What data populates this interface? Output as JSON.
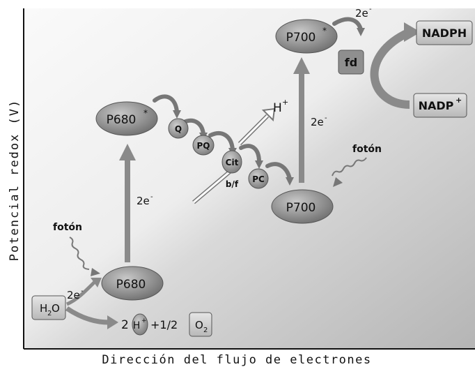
{
  "axes": {
    "y_label": "Potencial redox (V)",
    "x_label": "Dirección del flujo de electrones"
  },
  "nodes": {
    "p680_star": {
      "label": "P680",
      "sup": "*"
    },
    "p680": {
      "label": "P680"
    },
    "p700_star": {
      "label": "P700",
      "sup": "*"
    },
    "p700": {
      "label": "P700"
    },
    "q": {
      "label": "Q"
    },
    "pq": {
      "label": "PQ"
    },
    "cit": {
      "label": "Cit"
    },
    "bf": {
      "label": "b/f"
    },
    "pc": {
      "label": "PC"
    },
    "fd": {
      "label": "fd"
    },
    "nadph": {
      "label": "NADPH"
    },
    "nadp": {
      "label": "NADP",
      "sup": "+"
    },
    "h2o": {
      "label": "H",
      "sub": "2",
      "tail": "O"
    },
    "h_plus_top": {
      "label": "H",
      "sup": "+"
    },
    "h_plus_bottom": {
      "label": "H",
      "sup": "+"
    },
    "o2": {
      "label": "O",
      "sub": "2"
    }
  },
  "labels": {
    "e_transfer_ps2": "2e",
    "e_transfer_ps1": "2e",
    "e_transfer_fd": "2e",
    "e_transfer_water": "2e",
    "e_sup": "-",
    "photon_ps2": "fotón",
    "photon_ps1": "fotón",
    "products_prefix": "2",
    "products_middle": "+1/2"
  },
  "colors": {
    "ellipse": "#8e8e8e",
    "arrow": "#8a8a8a",
    "box": "#cfcfcf",
    "background_light": "#f2f2f2",
    "background_dark": "#bdbdbd"
  }
}
